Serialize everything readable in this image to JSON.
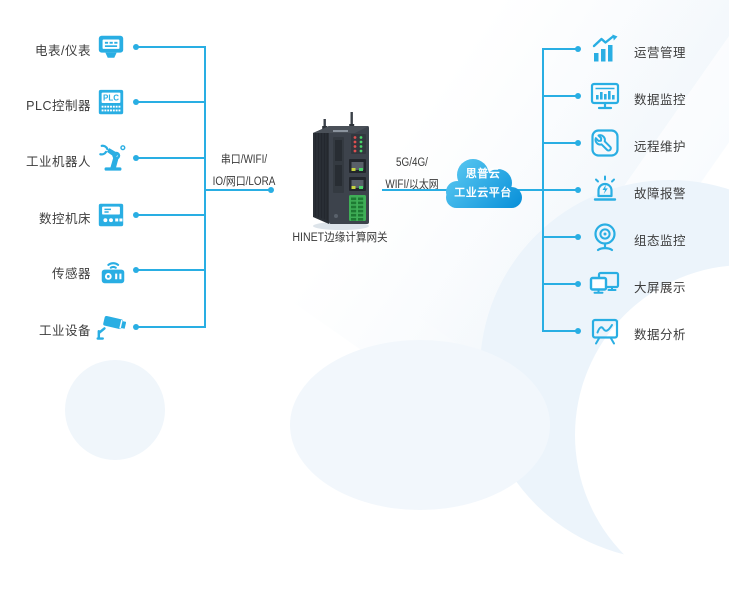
{
  "colors": {
    "accent": "#29aee3",
    "cloud_start": "#5ec9f1",
    "cloud_end": "#149ade",
    "text": "#3a3a3a"
  },
  "left": {
    "items": [
      {
        "icon": "electric-meter",
        "label": "电表/仪表"
      },
      {
        "icon": "plc-controller",
        "label": "PLC控制器"
      },
      {
        "icon": "industrial-robot",
        "label": "工业机器人"
      },
      {
        "icon": "cnc-machine",
        "label": "数控机床"
      },
      {
        "icon": "sensor",
        "label": "传感器"
      },
      {
        "icon": "industrial-equipment",
        "label": "工业设备"
      }
    ]
  },
  "middle": {
    "downlink_protocols": [
      "串口/WIFI/",
      "IO/网口/LORA"
    ],
    "device_label": "HINET边缘计算网关",
    "uplink_protocols": [
      "5G/4G/",
      "WIFI/以太网"
    ],
    "plc_text": "PLC"
  },
  "cloud": {
    "line1": "思普云",
    "line2": "工业云平台"
  },
  "right": {
    "items": [
      {
        "icon": "operation-management",
        "label": "运营管理"
      },
      {
        "icon": "data-monitoring",
        "label": "数据监控"
      },
      {
        "icon": "remote-maintenance",
        "label": "远程维护"
      },
      {
        "icon": "fault-alarm",
        "label": "故障报警"
      },
      {
        "icon": "scada-monitoring",
        "label": "组态监控"
      },
      {
        "icon": "big-screen-display",
        "label": "大屏展示"
      },
      {
        "icon": "data-analysis",
        "label": "数据分析"
      }
    ]
  }
}
